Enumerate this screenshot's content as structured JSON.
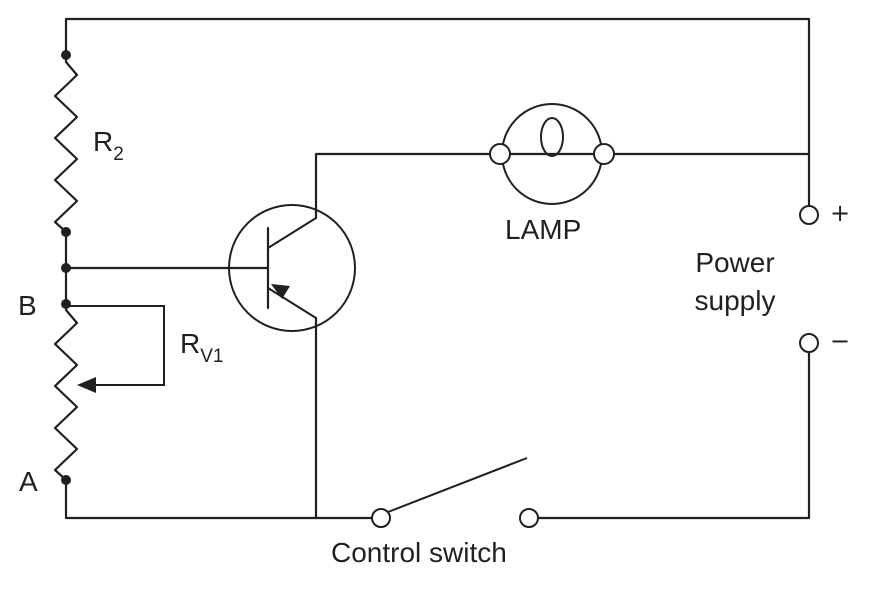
{
  "labels": {
    "r2_main": "R",
    "r2_sub": "2",
    "rv1_main": "R",
    "rv1_sub": "V1",
    "node_b": "B",
    "node_a": "A",
    "lamp": "LAMP",
    "power_supply_line1": "Power",
    "power_supply_line2": "supply",
    "plus": "+",
    "minus": "−",
    "control_switch": "Control switch"
  },
  "colors": {
    "line": "#231f20",
    "background": "#ffffff"
  }
}
